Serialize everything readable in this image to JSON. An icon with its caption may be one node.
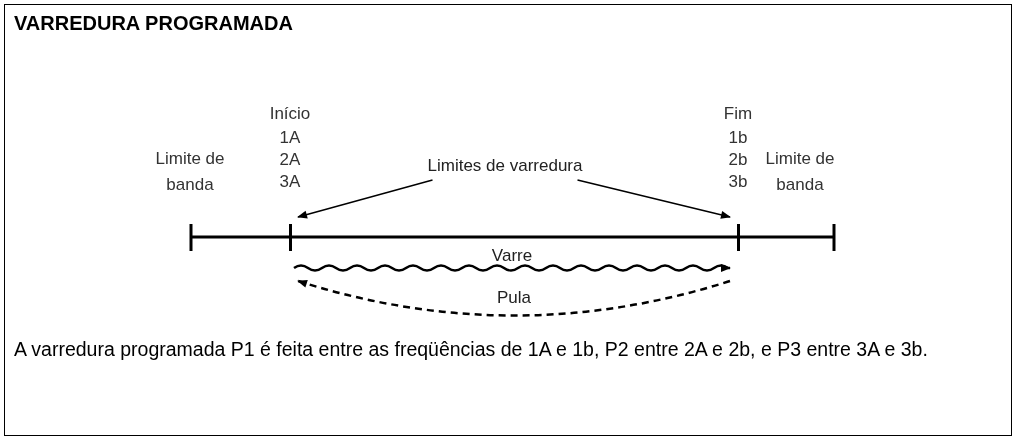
{
  "diagram": {
    "title": "VARREDURA PROGRAMADA",
    "caption": "A varredura programada P1 é feita entre as freqüências de 1A e 1b, P2 entre 2A e 2b, e P3 entre 3A e 3b.",
    "nodes": [
      {
        "text": [
          "Limites de varredura"
        ]
      },
      {
        "text": [],
        "shape": "bar"
      },
      {
        "text": [],
        "shape": "bar"
      }
    ],
    "edges": [
      {
        "from": 0,
        "to": 1,
        "arrow": "to"
      },
      {
        "from": 0,
        "to": 2,
        "arrow": "to"
      },
      {
        "from": 1,
        "to": 2,
        "arrow": "to",
        "label": "Varre"
      },
      {
        "from": 2,
        "to": 1,
        "arrow": "to",
        "label": "Pula",
        "style": "dashed"
      }
    ],
    "labels": [
      "Limite de banda",
      "Início",
      "1A",
      "2A",
      "3A",
      "Fim",
      "1b",
      "2b",
      "3b",
      "Limite de banda"
    ]
  }
}
